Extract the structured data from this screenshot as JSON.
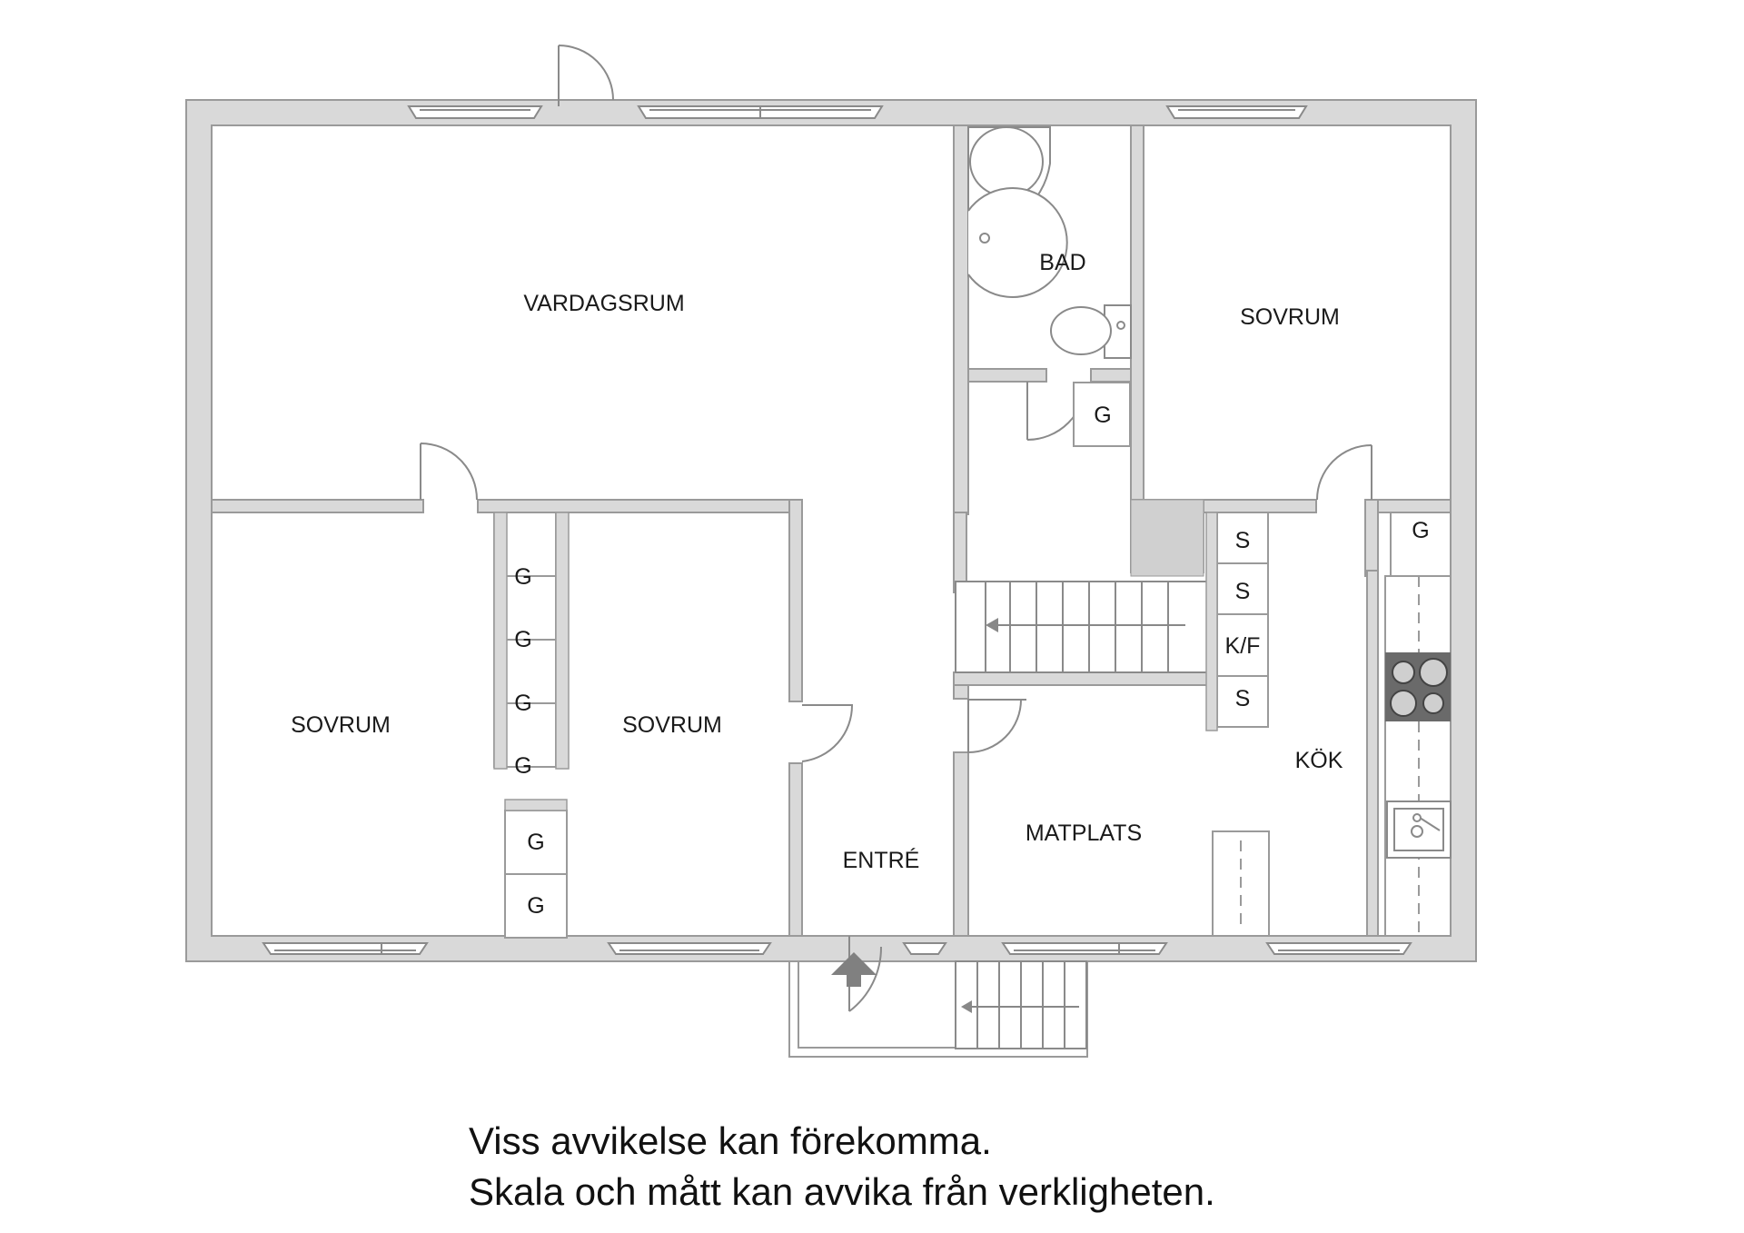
{
  "rooms": {
    "vardagsrum": "VARDAGSRUM",
    "bad": "BAD",
    "sovrum_ne": "SOVRUM",
    "sovrum_w": "SOVRUM",
    "sovrum_mid": "SOVRUM",
    "entre": "ENTRÉ",
    "matplats": "MATPLATS",
    "kok": "KÖK"
  },
  "closets": {
    "g_bath": "G",
    "g_kitchen": "G",
    "g_col1": [
      "G",
      "G",
      "G",
      "G"
    ],
    "g_col2": [
      "G",
      "G"
    ],
    "kitchen_col": [
      "S",
      "S",
      "K/F",
      "S"
    ]
  },
  "disclaimer": {
    "line1": "Viss avvikelse kan förekomma.",
    "line2": "Skala och mått kan avvika från verkligheten."
  },
  "colors": {
    "wall": "#d9d9d9",
    "wall_outline": "#9a9a9a",
    "line": "#777777",
    "arrow": "#808080",
    "stove": "#6a6a6a"
  }
}
